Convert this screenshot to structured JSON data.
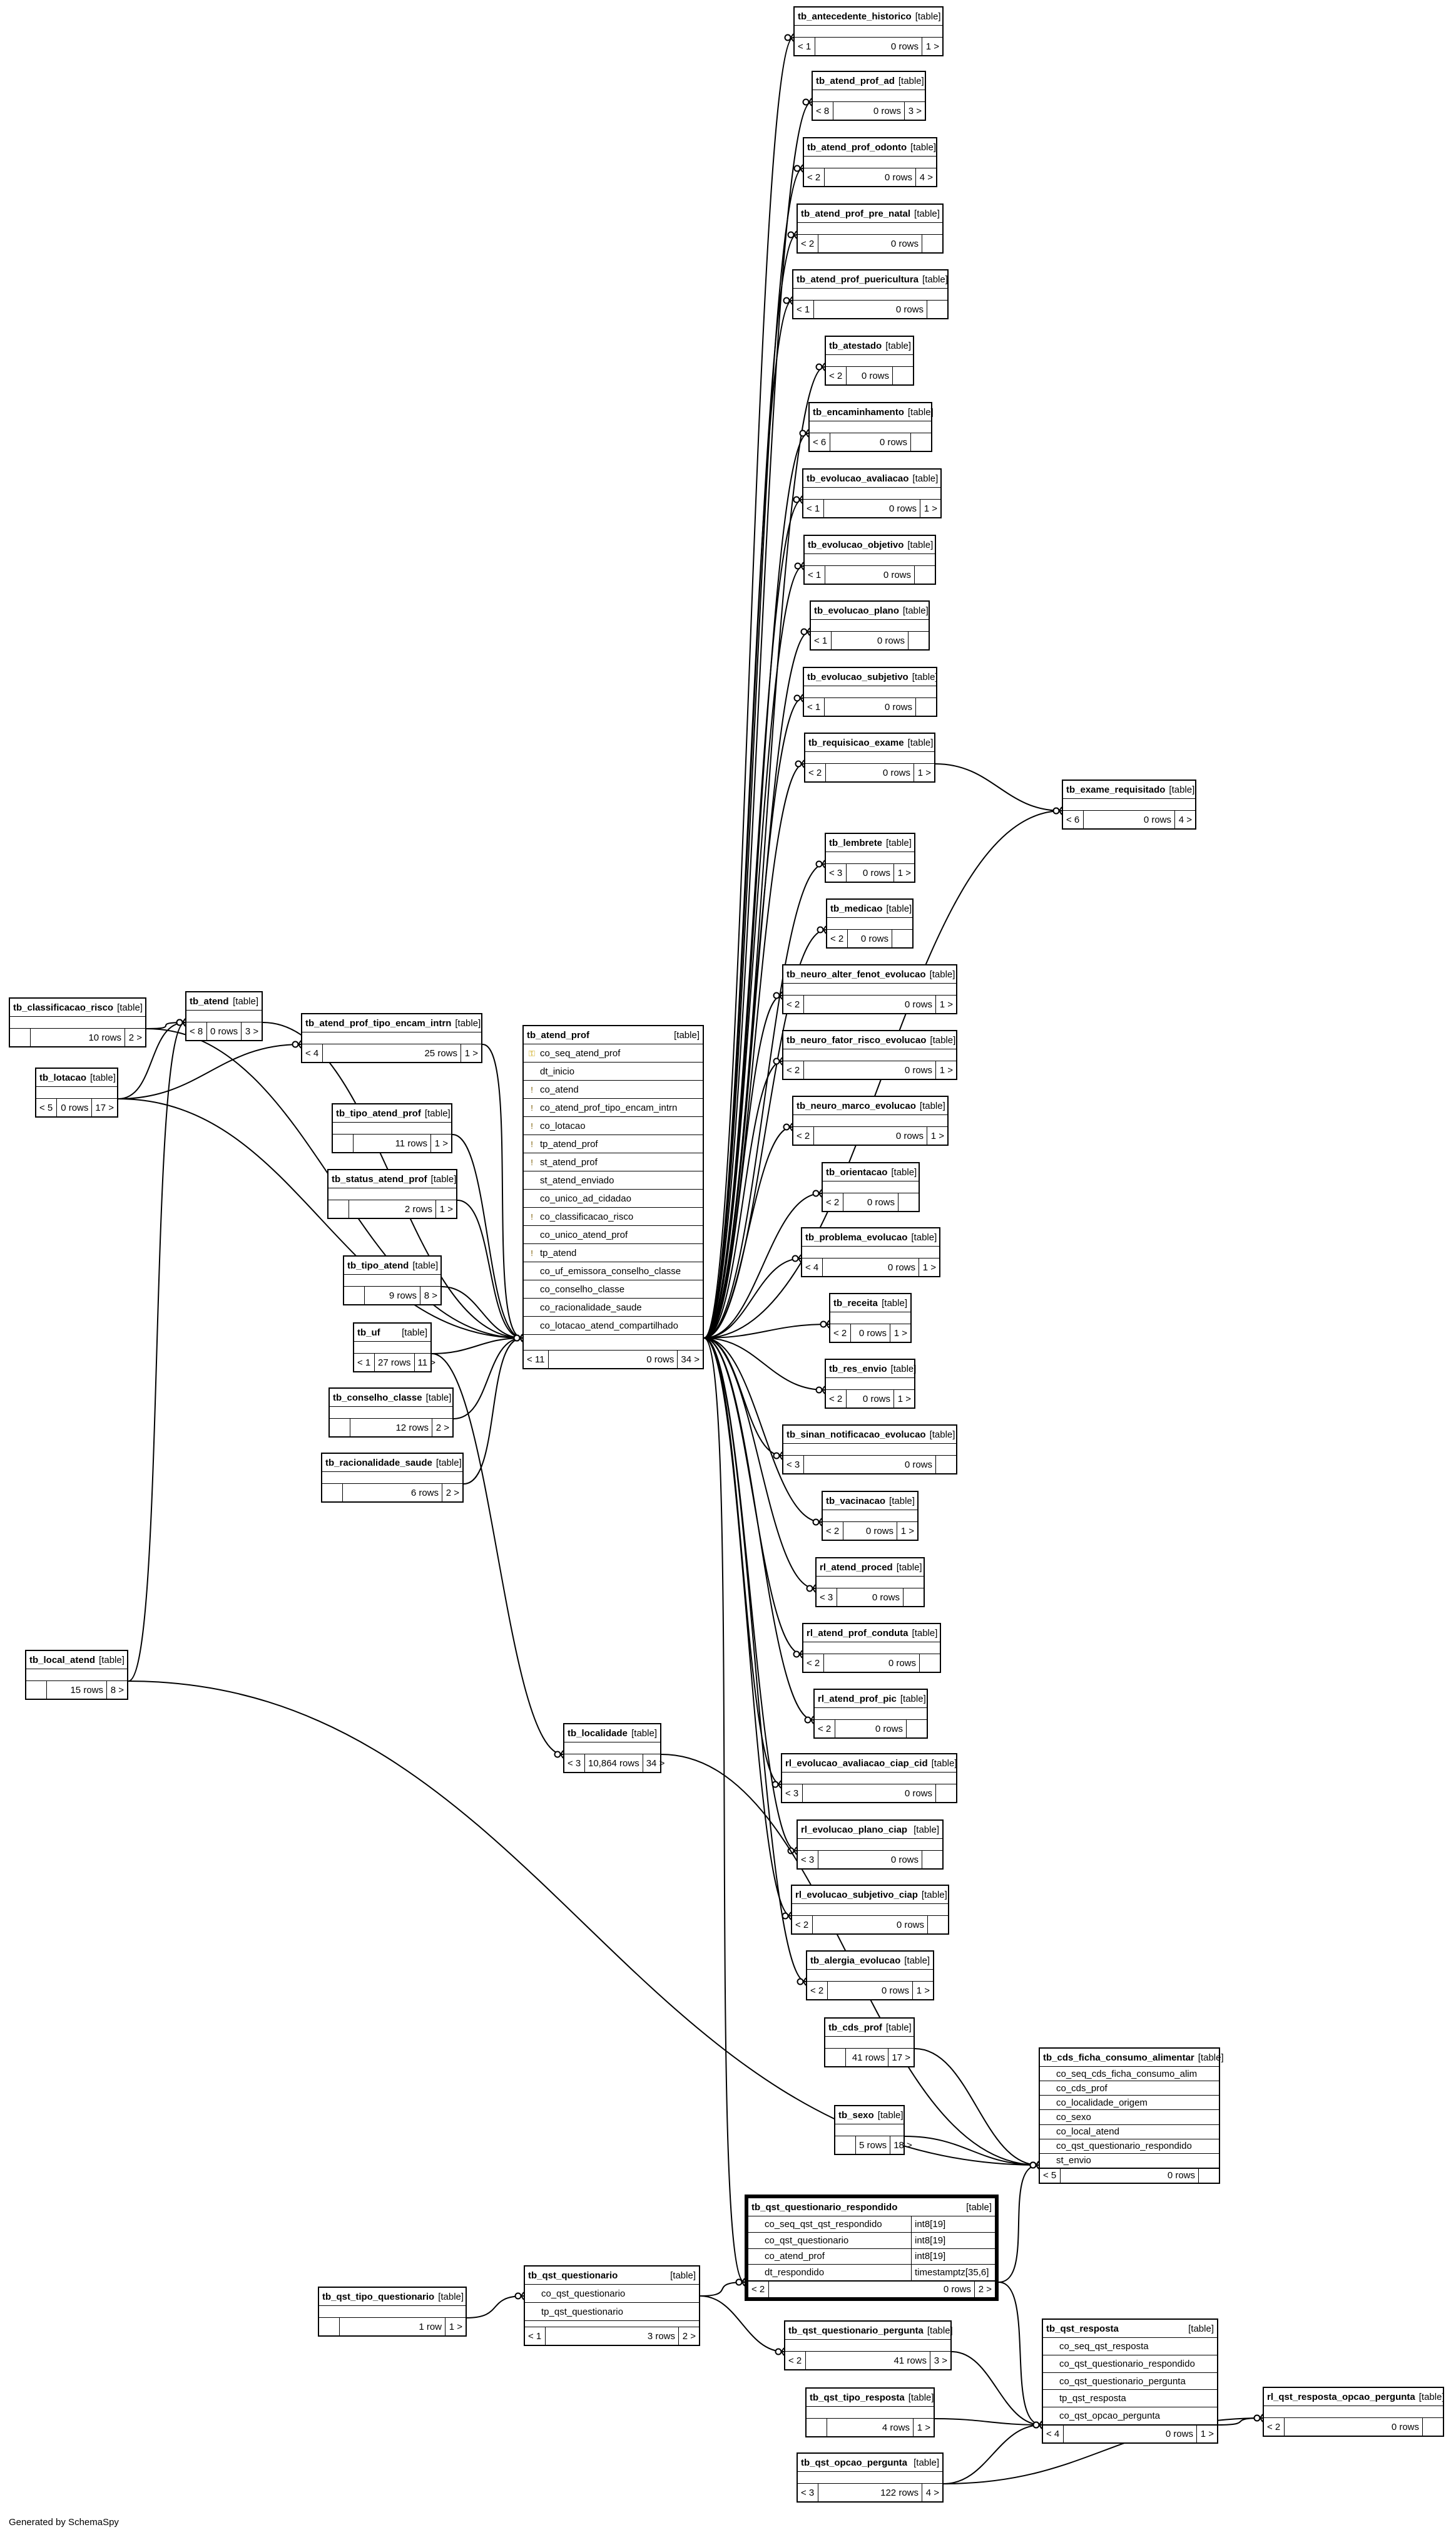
{
  "footer": "Generated by SchemaSpy",
  "tables": [
    {
      "id": "antecedente",
      "name": "tb_antecedente_historico",
      "type": "[table]",
      "parents": "< 1",
      "rows": "0 rows",
      "children": "1 >"
    },
    {
      "id": "ad",
      "name": "tb_atend_prof_ad",
      "type": "[table]",
      "parents": "< 8",
      "rows": "0 rows",
      "children": "3 >"
    },
    {
      "id": "odonto",
      "name": "tb_atend_prof_odonto",
      "type": "[table]",
      "parents": "< 2",
      "rows": "0 rows",
      "children": "4 >"
    },
    {
      "id": "prenatal",
      "name": "tb_atend_prof_pre_natal",
      "type": "[table]",
      "parents": "< 2",
      "rows": "0 rows",
      "children": ""
    },
    {
      "id": "puericultura",
      "name": "tb_atend_prof_puericultura",
      "type": "[table]",
      "parents": "< 1",
      "rows": "0 rows",
      "children": ""
    },
    {
      "id": "atestado",
      "name": "tb_atestado",
      "type": "[table]",
      "parents": "< 2",
      "rows": "0 rows",
      "children": ""
    },
    {
      "id": "encaminhamento",
      "name": "tb_encaminhamento",
      "type": "[table]",
      "parents": "< 6",
      "rows": "0 rows",
      "children": ""
    },
    {
      "id": "evo_aval",
      "name": "tb_evolucao_avaliacao",
      "type": "[table]",
      "parents": "< 1",
      "rows": "0 rows",
      "children": "1 >"
    },
    {
      "id": "evo_obj",
      "name": "tb_evolucao_objetivo",
      "type": "[table]",
      "parents": "< 1",
      "rows": "0 rows",
      "children": ""
    },
    {
      "id": "evo_plano",
      "name": "tb_evolucao_plano",
      "type": "[table]",
      "parents": "< 1",
      "rows": "0 rows",
      "children": ""
    },
    {
      "id": "evo_subj",
      "name": "tb_evolucao_subjetivo",
      "type": "[table]",
      "parents": "< 1",
      "rows": "0 rows",
      "children": ""
    },
    {
      "id": "req_exame",
      "name": "tb_requisicao_exame",
      "type": "[table]",
      "parents": "< 2",
      "rows": "0 rows",
      "children": "1 >"
    },
    {
      "id": "exame_req",
      "name": "tb_exame_requisitado",
      "type": "[table]",
      "parents": "< 6",
      "rows": "0 rows",
      "children": "4 >"
    },
    {
      "id": "lembrete",
      "name": "tb_lembrete",
      "type": "[table]",
      "parents": "< 3",
      "rows": "0 rows",
      "children": "1 >"
    },
    {
      "id": "medicao",
      "name": "tb_medicao",
      "type": "[table]",
      "parents": "< 2",
      "rows": "0 rows",
      "children": ""
    },
    {
      "id": "neuro_alter",
      "name": "tb_neuro_alter_fenot_evolucao",
      "type": "[table]",
      "parents": "< 2",
      "rows": "0 rows",
      "children": "1 >"
    },
    {
      "id": "neuro_fator",
      "name": "tb_neuro_fator_risco_evolucao",
      "type": "[table]",
      "parents": "< 2",
      "rows": "0 rows",
      "children": "1 >"
    },
    {
      "id": "neuro_marco",
      "name": "tb_neuro_marco_evolucao",
      "type": "[table]",
      "parents": "< 2",
      "rows": "0 rows",
      "children": "1 >"
    },
    {
      "id": "orientacao",
      "name": "tb_orientacao",
      "type": "[table]",
      "parents": "< 2",
      "rows": "0 rows",
      "children": ""
    },
    {
      "id": "problema",
      "name": "tb_problema_evolucao",
      "type": "[table]",
      "parents": "< 4",
      "rows": "0 rows",
      "children": "1 >"
    },
    {
      "id": "receita",
      "name": "tb_receita",
      "type": "[table]",
      "parents": "< 2",
      "rows": "0 rows",
      "children": "1 >"
    },
    {
      "id": "res_envio",
      "name": "tb_res_envio",
      "type": "[table]",
      "parents": "< 2",
      "rows": "0 rows",
      "children": "1 >"
    },
    {
      "id": "sinan",
      "name": "tb_sinan_notificacao_evolucao",
      "type": "[table]",
      "parents": "< 3",
      "rows": "0 rows",
      "children": ""
    },
    {
      "id": "vacinacao",
      "name": "tb_vacinacao",
      "type": "[table]",
      "parents": "< 2",
      "rows": "0 rows",
      "children": "1 >"
    },
    {
      "id": "rl_proced",
      "name": "rl_atend_proced",
      "type": "[table]",
      "parents": "< 3",
      "rows": "0 rows",
      "children": ""
    },
    {
      "id": "rl_conduta",
      "name": "rl_atend_prof_conduta",
      "type": "[table]",
      "parents": "< 2",
      "rows": "0 rows",
      "children": ""
    },
    {
      "id": "rl_pic",
      "name": "rl_atend_prof_pic",
      "type": "[table]",
      "parents": "< 2",
      "rows": "0 rows",
      "children": ""
    },
    {
      "id": "rl_aval_ciap",
      "name": "rl_evolucao_avaliacao_ciap_cid",
      "type": "[table]",
      "parents": "< 3",
      "rows": "0 rows",
      "children": ""
    },
    {
      "id": "rl_plano_ciap",
      "name": "rl_evolucao_plano_ciap",
      "type": "[table]",
      "parents": "< 3",
      "rows": "0 rows",
      "children": ""
    },
    {
      "id": "rl_subj_ciap",
      "name": "rl_evolucao_subjetivo_ciap",
      "type": "[table]",
      "parents": "< 2",
      "rows": "0 rows",
      "children": ""
    },
    {
      "id": "alergia",
      "name": "tb_alergia_evolucao",
      "type": "[table]",
      "parents": "< 2",
      "rows": "0 rows",
      "children": "1 >"
    },
    {
      "id": "classificacao",
      "name": "tb_classificacao_risco",
      "type": "[table]",
      "parents": "",
      "rows": "10 rows",
      "children": "2 >"
    },
    {
      "id": "atend",
      "name": "tb_atend",
      "type": "[table]",
      "parents": "< 8",
      "rows": "0 rows",
      "children": "3 >"
    },
    {
      "id": "encam_intrn",
      "name": "tb_atend_prof_tipo_encam_intrn",
      "type": "[table]",
      "parents": "< 4",
      "rows": "25 rows",
      "children": "1 >"
    },
    {
      "id": "lotacao",
      "name": "tb_lotacao",
      "type": "[table]",
      "parents": "< 5",
      "rows": "0 rows",
      "children": "17 >"
    },
    {
      "id": "tipo_atend_prof",
      "name": "tb_tipo_atend_prof",
      "type": "[table]",
      "parents": "",
      "rows": "11 rows",
      "children": "1 >"
    },
    {
      "id": "status_atend_prof",
      "name": "tb_status_atend_prof",
      "type": "[table]",
      "parents": "",
      "rows": "2 rows",
      "children": "1 >"
    },
    {
      "id": "tipo_atend",
      "name": "tb_tipo_atend",
      "type": "[table]",
      "parents": "",
      "rows": "9 rows",
      "children": "8 >"
    },
    {
      "id": "uf",
      "name": "tb_uf",
      "type": "[table]",
      "parents": "< 1",
      "rows": "27 rows",
      "children": "11 >"
    },
    {
      "id": "conselho",
      "name": "tb_conselho_classe",
      "type": "[table]",
      "parents": "",
      "rows": "12 rows",
      "children": "2 >"
    },
    {
      "id": "racionalidade",
      "name": "tb_racionalidade_saude",
      "type": "[table]",
      "parents": "",
      "rows": "6 rows",
      "children": "2 >"
    },
    {
      "id": "local_atend",
      "name": "tb_local_atend",
      "type": "[table]",
      "parents": "",
      "rows": "15 rows",
      "children": "8 >"
    },
    {
      "id": "localidade",
      "name": "tb_localidade",
      "type": "[table]",
      "parents": "< 3",
      "rows": "10,864 rows",
      "children": "34 >"
    },
    {
      "id": "cds_prof",
      "name": "tb_cds_prof",
      "type": "[table]",
      "parents": "",
      "rows": "41 rows",
      "children": "17 >"
    },
    {
      "id": "sexo",
      "name": "tb_sexo",
      "type": "[table]",
      "parents": "",
      "rows": "5 rows",
      "children": "18 >"
    },
    {
      "id": "tipo_quest",
      "name": "tb_qst_tipo_questionario",
      "type": "[table]",
      "parents": "",
      "rows": "1 row",
      "children": "1 >"
    },
    {
      "id": "questionario",
      "name": "tb_qst_questionario",
      "type": "[table]",
      "parents": "< 1",
      "rows": "3 rows",
      "children": "2 >",
      "columns": [
        {
          "name": "co_qst_questionario",
          "type": "",
          "icon": ""
        },
        {
          "name": "tp_qst_questionario",
          "type": "",
          "icon": ""
        }
      ]
    },
    {
      "id": "quest_pergunta",
      "name": "tb_qst_questionario_pergunta",
      "type": "[table]",
      "parents": "< 2",
      "rows": "41 rows",
      "children": "3 >"
    },
    {
      "id": "tipo_resposta",
      "name": "tb_qst_tipo_resposta",
      "type": "[table]",
      "parents": "",
      "rows": "4 rows",
      "children": "1 >"
    },
    {
      "id": "opcao_pergunta",
      "name": "tb_qst_opcao_pergunta",
      "type": "[table]",
      "parents": "< 3",
      "rows": "122 rows",
      "children": "4 >"
    },
    {
      "id": "rl_resp_opcao",
      "name": "rl_qst_resposta_opcao_pergunta",
      "type": "[table]",
      "parents": "< 2",
      "rows": "0 rows",
      "children": ""
    },
    {
      "id": "atend_prof",
      "name": "tb_atend_prof",
      "type": "[table]",
      "parents": "< 11",
      "rows": "0 rows",
      "children": "34 >",
      "columns": [
        {
          "name": "co_seq_atend_prof",
          "type": "",
          "icon": "key"
        },
        {
          "name": "dt_inicio",
          "type": "",
          "icon": ""
        },
        {
          "name": "co_atend",
          "type": "",
          "icon": "fk"
        },
        {
          "name": "co_atend_prof_tipo_encam_intrn",
          "type": "",
          "icon": "fk"
        },
        {
          "name": "co_lotacao",
          "type": "",
          "icon": "fk"
        },
        {
          "name": "tp_atend_prof",
          "type": "",
          "icon": "fk"
        },
        {
          "name": "st_atend_prof",
          "type": "",
          "icon": "fk"
        },
        {
          "name": "st_atend_enviado",
          "type": "",
          "icon": ""
        },
        {
          "name": "co_unico_ad_cidadao",
          "type": "",
          "icon": ""
        },
        {
          "name": "co_classificacao_risco",
          "type": "",
          "icon": "fk"
        },
        {
          "name": "co_unico_atend_prof",
          "type": "",
          "icon": ""
        },
        {
          "name": "tp_atend",
          "type": "",
          "icon": "fk"
        },
        {
          "name": "co_uf_emissora_conselho_classe",
          "type": "",
          "icon": ""
        },
        {
          "name": "co_conselho_classe",
          "type": "",
          "icon": ""
        },
        {
          "name": "co_racionalidade_saude",
          "type": "",
          "icon": ""
        },
        {
          "name": "co_lotacao_atend_compartilhado",
          "type": "",
          "icon": ""
        }
      ]
    },
    {
      "id": "cds_ficha",
      "name": "tb_cds_ficha_consumo_alimentar",
      "type": "[table]",
      "parents": "< 5",
      "rows": "0 rows",
      "children": "",
      "columns": [
        {
          "name": "co_seq_cds_ficha_consumo_alim",
          "type": "",
          "icon": ""
        },
        {
          "name": "co_cds_prof",
          "type": "",
          "icon": ""
        },
        {
          "name": "co_localidade_origem",
          "type": "",
          "icon": ""
        },
        {
          "name": "co_sexo",
          "type": "",
          "icon": ""
        },
        {
          "name": "co_local_atend",
          "type": "",
          "icon": ""
        },
        {
          "name": "co_qst_questionario_respondido",
          "type": "",
          "icon": ""
        },
        {
          "name": "st_envio",
          "type": "",
          "icon": ""
        }
      ]
    },
    {
      "id": "quest_resp",
      "name": "tb_qst_questionario_respondido",
      "type": "[table]",
      "parents": "< 2",
      "rows": "0 rows",
      "children": "2 >",
      "columns": [
        {
          "name": "co_seq_qst_qst_respondido",
          "type": "int8[19]",
          "icon": ""
        },
        {
          "name": "co_qst_questionario",
          "type": "int8[19]",
          "icon": ""
        },
        {
          "name": "co_atend_prof",
          "type": "int8[19]",
          "icon": ""
        },
        {
          "name": "dt_respondido",
          "type": "timestamptz[35,6]",
          "icon": ""
        }
      ]
    },
    {
      "id": "resposta",
      "name": "tb_qst_resposta",
      "type": "[table]",
      "parents": "< 4",
      "rows": "0 rows",
      "children": "1 >",
      "columns": [
        {
          "name": "co_seq_qst_resposta",
          "type": "",
          "icon": ""
        },
        {
          "name": "co_qst_questionario_respondido",
          "type": "",
          "icon": ""
        },
        {
          "name": "co_qst_questionario_pergunta",
          "type": "",
          "icon": ""
        },
        {
          "name": "tp_qst_resposta",
          "type": "",
          "icon": ""
        },
        {
          "name": "co_qst_opcao_pergunta",
          "type": "",
          "icon": ""
        }
      ]
    }
  ],
  "relationships": [
    [
      "atend_prof",
      "antecedente"
    ],
    [
      "atend_prof",
      "ad"
    ],
    [
      "atend_prof",
      "odonto"
    ],
    [
      "atend_prof",
      "prenatal"
    ],
    [
      "atend_prof",
      "puericultura"
    ],
    [
      "atend_prof",
      "atestado"
    ],
    [
      "atend_prof",
      "encaminhamento"
    ],
    [
      "atend_prof",
      "evo_aval"
    ],
    [
      "atend_prof",
      "evo_obj"
    ],
    [
      "atend_prof",
      "evo_plano"
    ],
    [
      "atend_prof",
      "evo_subj"
    ],
    [
      "atend_prof",
      "req_exame"
    ],
    [
      "atend_prof",
      "exame_req"
    ],
    [
      "req_exame",
      "exame_req"
    ],
    [
      "atend_prof",
      "lembrete"
    ],
    [
      "atend_prof",
      "medicao"
    ],
    [
      "atend_prof",
      "neuro_alter"
    ],
    [
      "atend_prof",
      "neuro_fator"
    ],
    [
      "atend_prof",
      "neuro_marco"
    ],
    [
      "atend_prof",
      "orientacao"
    ],
    [
      "atend_prof",
      "problema"
    ],
    [
      "atend_prof",
      "receita"
    ],
    [
      "atend_prof",
      "res_envio"
    ],
    [
      "atend_prof",
      "sinan"
    ],
    [
      "atend_prof",
      "vacinacao"
    ],
    [
      "atend_prof",
      "rl_proced"
    ],
    [
      "atend_prof",
      "rl_conduta"
    ],
    [
      "atend_prof",
      "rl_pic"
    ],
    [
      "atend_prof",
      "rl_aval_ciap"
    ],
    [
      "atend_prof",
      "rl_plano_ciap"
    ],
    [
      "atend_prof",
      "rl_subj_ciap"
    ],
    [
      "atend_prof",
      "alergia"
    ],
    [
      "atend",
      "atend_prof"
    ],
    [
      "encam_intrn",
      "atend_prof"
    ],
    [
      "lotacao",
      "atend_prof"
    ],
    [
      "tipo_atend_prof",
      "atend_prof"
    ],
    [
      "status_atend_prof",
      "atend_prof"
    ],
    [
      "classificacao",
      "atend_prof"
    ],
    [
      "tipo_atend",
      "atend_prof"
    ],
    [
      "uf",
      "atend_prof"
    ],
    [
      "conselho",
      "atend_prof"
    ],
    [
      "racionalidade",
      "atend_prof"
    ],
    [
      "classificacao",
      "atend"
    ],
    [
      "lotacao",
      "atend"
    ],
    [
      "local_atend",
      "atend"
    ],
    [
      "lotacao",
      "encam_intrn"
    ],
    [
      "uf",
      "localidade"
    ],
    [
      "cds_prof",
      "cds_ficha"
    ],
    [
      "localidade",
      "cds_ficha"
    ],
    [
      "sexo",
      "cds_ficha"
    ],
    [
      "local_atend",
      "cds_ficha"
    ],
    [
      "quest_resp",
      "cds_ficha"
    ],
    [
      "questionario",
      "quest_resp"
    ],
    [
      "atend_prof",
      "quest_resp"
    ],
    [
      "tipo_quest",
      "questionario"
    ],
    [
      "questionario",
      "quest_pergunta"
    ],
    [
      "quest_resp",
      "resposta"
    ],
    [
      "quest_pergunta",
      "resposta"
    ],
    [
      "tipo_resposta",
      "resposta"
    ],
    [
      "opcao_pergunta",
      "resposta"
    ],
    [
      "resposta",
      "rl_resp_opcao"
    ],
    [
      "opcao_pergunta",
      "rl_resp_opcao"
    ]
  ]
}
